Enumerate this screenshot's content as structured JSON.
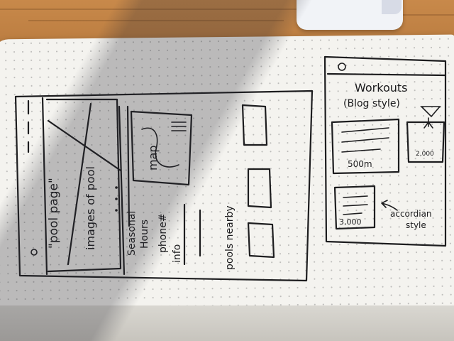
{
  "left_sketch": {
    "page_title": "\"pool page\"",
    "images_label": "images of pool",
    "seasonal_hours_line1": "Seasonal",
    "seasonal_hours_line2": "Hours",
    "phone_label": "phone#",
    "info_label": "info",
    "map_label": "map",
    "pools_nearby_label": "pools nearby"
  },
  "right_sketch": {
    "title": "Workouts",
    "subtitle": "(Blog style)",
    "card1_value": "500m",
    "card2_value": "2,000",
    "card3_value": "3,000",
    "annotation_line1": "accordian",
    "annotation_line2": "style"
  }
}
